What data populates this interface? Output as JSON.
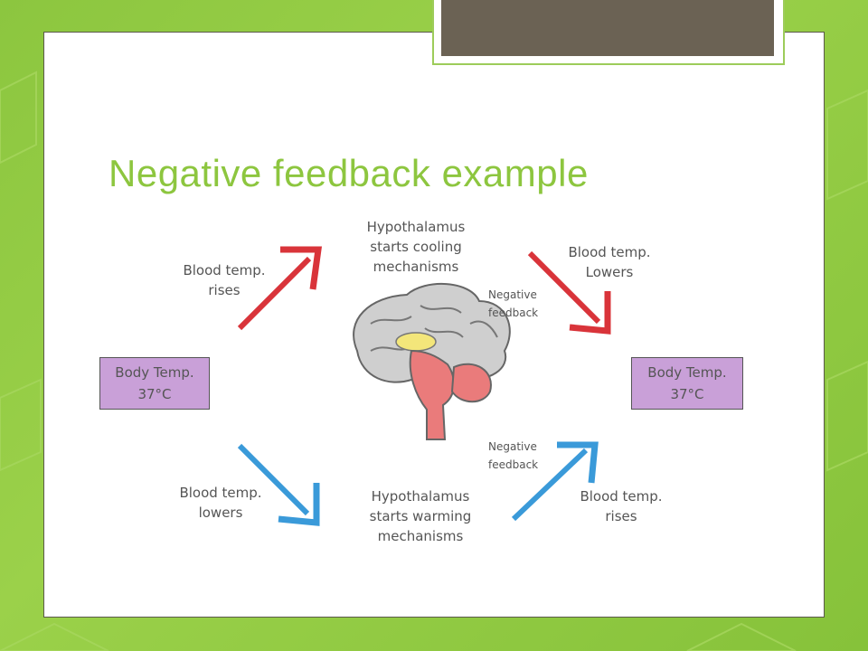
{
  "slide": {
    "title": "Negative feedback example"
  },
  "diagram": {
    "left_box": "Body Temp.\n37°C",
    "right_box": "Body Temp.\n37°C",
    "top_left_label": "Blood temp.\nrises",
    "top_center_label": "Hypothalamus\nstarts cooling\nmechanisms",
    "top_right_label": "Blood temp.\nLowers",
    "top_feedback_label": "Negative\nfeedback",
    "bottom_left_label": "Blood temp.\nlowers",
    "bottom_center_label": "Hypothalamus\nstarts warming\nmechanisms",
    "bottom_right_label": "Blood temp.\nrises",
    "bottom_feedback_label": "Negative\nfeedback",
    "colors": {
      "red_arrow": "#d9343a",
      "blue_arrow": "#3a9ad9",
      "box_fill": "#c9a0d8",
      "brain": "#cfcfcf",
      "brainstem": "#ea7b7b",
      "hypothalamus": "#f3e67a"
    }
  }
}
